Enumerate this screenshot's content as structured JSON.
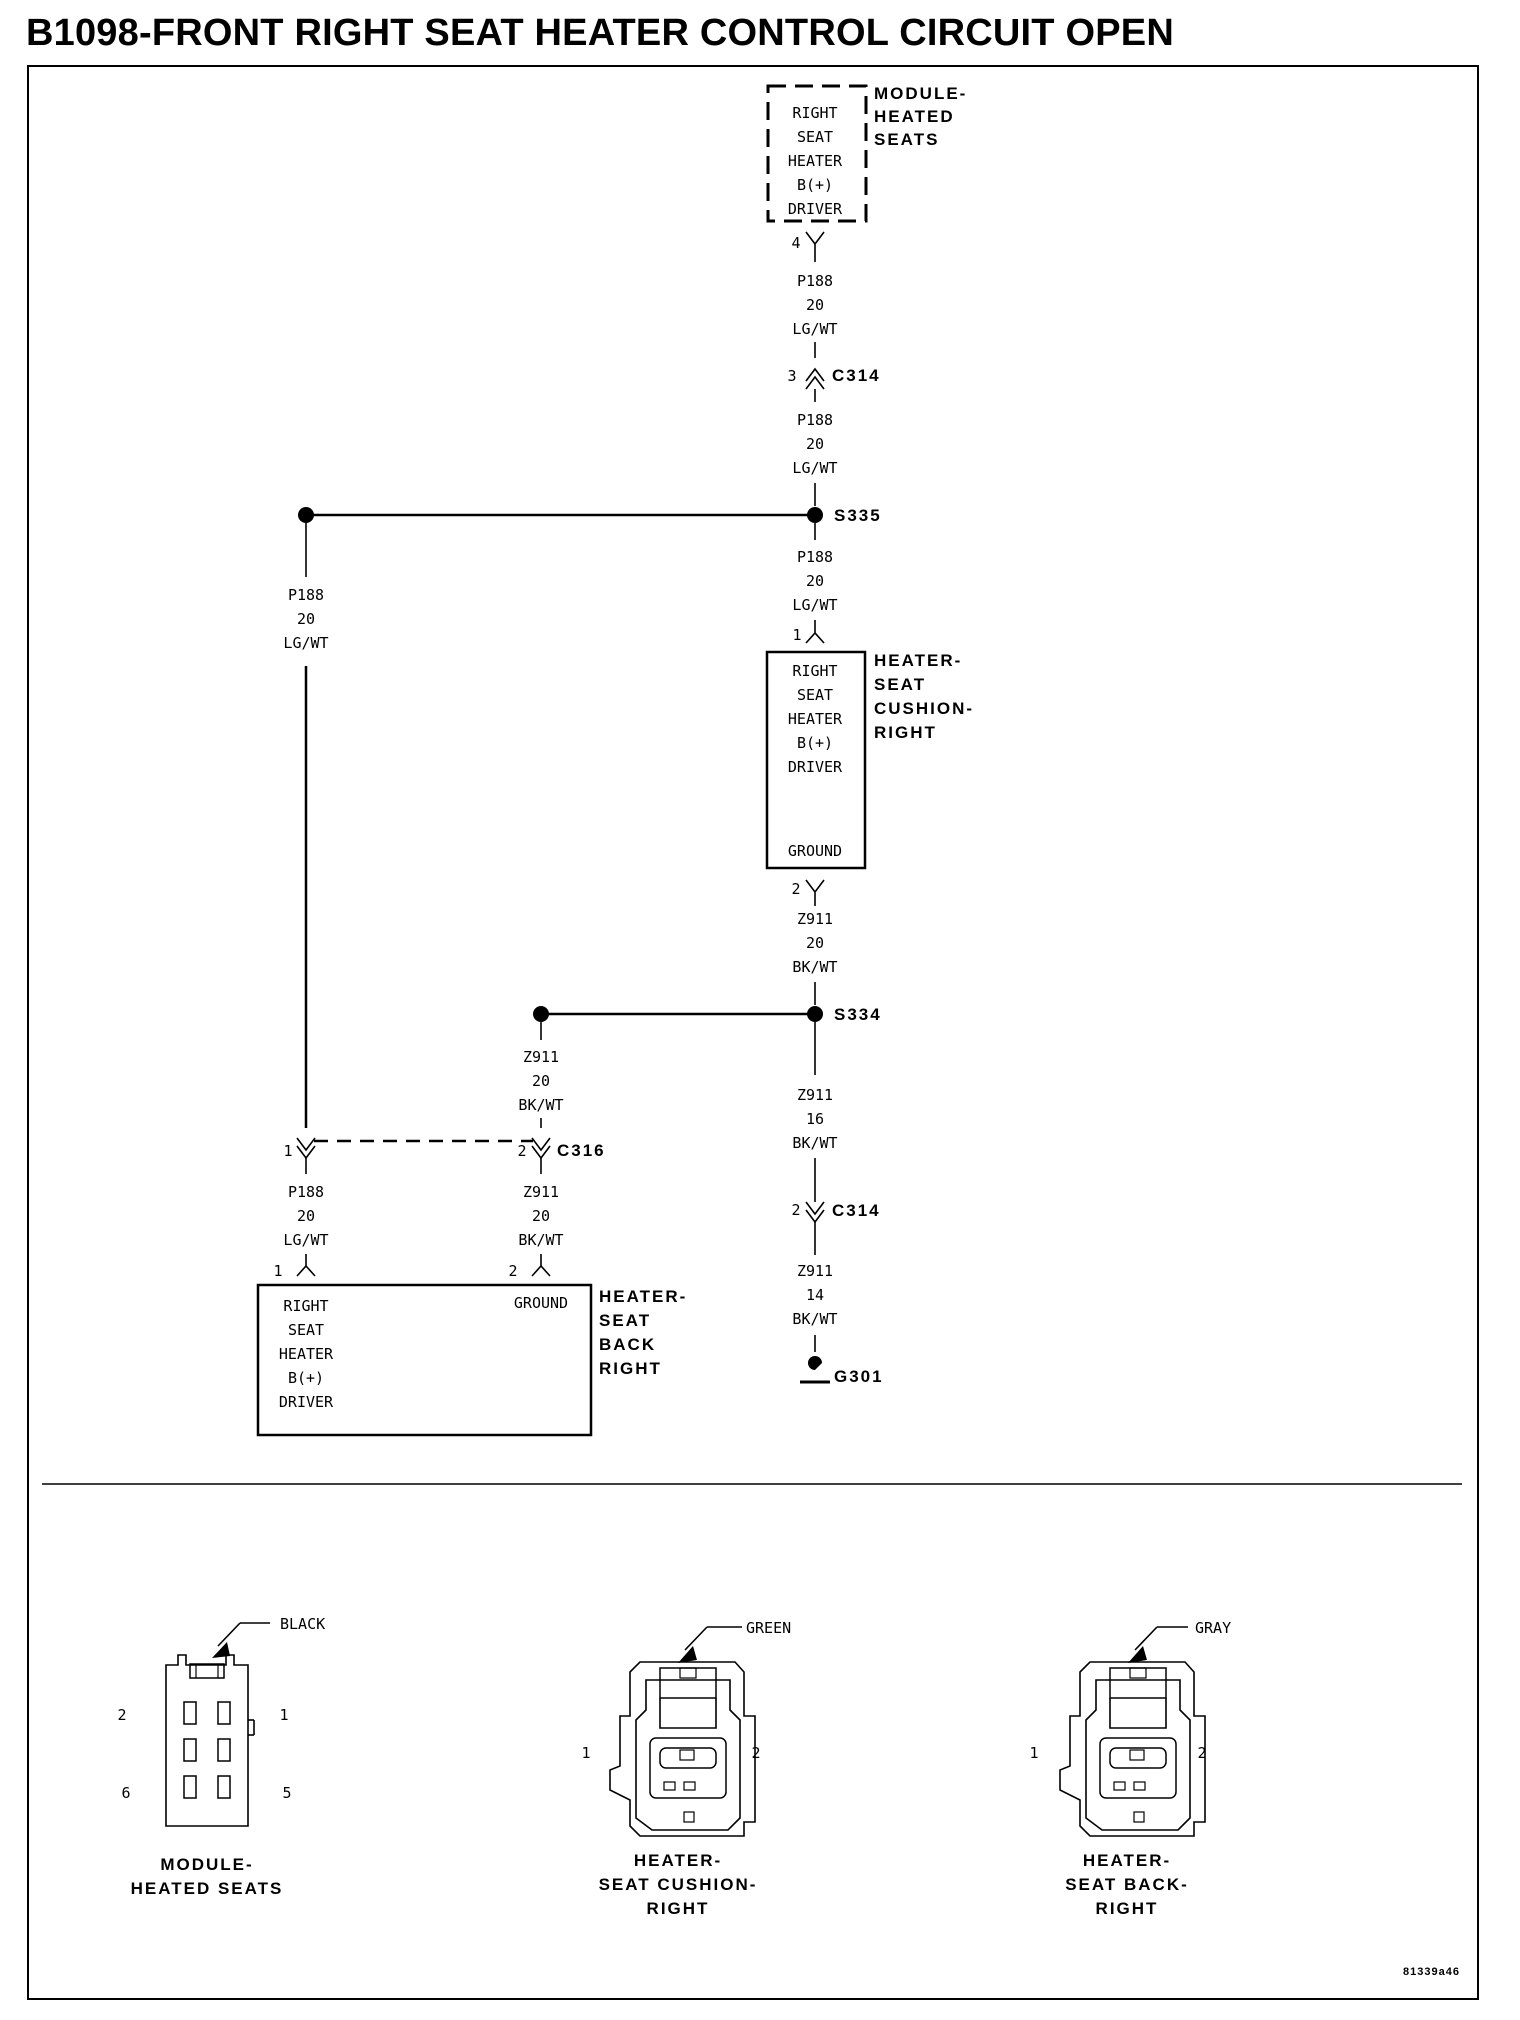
{
  "title": "B1098-FRONT RIGHT SEAT HEATER CONTROL CIRCUIT OPEN",
  "components": {
    "module": {
      "name_lines": [
        "MODULE-",
        "HEATED",
        "SEATS"
      ],
      "func_lines": [
        "RIGHT",
        "SEAT",
        "HEATER",
        "B(+)",
        "DRIVER"
      ],
      "pin": "4"
    },
    "cushion": {
      "name_lines": [
        "HEATER-",
        "SEAT",
        "CUSHION-",
        "RIGHT"
      ],
      "func_lines": [
        "RIGHT",
        "SEAT",
        "HEATER",
        "B(+)",
        "DRIVER"
      ],
      "ground": "GROUND",
      "pin_top": "1",
      "pin_bottom": "2"
    },
    "back": {
      "name_lines": [
        "HEATER-",
        "SEAT",
        "BACK",
        "RIGHT"
      ],
      "func_lines": [
        "RIGHT",
        "SEAT",
        "HEATER",
        "B(+)",
        "DRIVER"
      ],
      "ground": "GROUND",
      "pin_left": "1",
      "pin_right": "2"
    }
  },
  "wires": {
    "p188_20": [
      "P188",
      "20",
      "LG/WT"
    ],
    "z911_20": [
      "Z911",
      "20",
      "BK/WT"
    ],
    "z911_16": [
      "Z911",
      "16",
      "BK/WT"
    ],
    "z911_14": [
      "Z911",
      "14",
      "BK/WT"
    ]
  },
  "connectors": {
    "c314": "C314",
    "c314_pin_upper": "3",
    "c314_pin_lower": "2",
    "c316": "C316",
    "c316_pin_left": "1",
    "c316_pin_right": "2"
  },
  "splices": {
    "s335": "S335",
    "s334": "S334"
  },
  "ground": {
    "g301": "G301"
  },
  "connector_views": [
    {
      "color": "BLACK",
      "name_lines": [
        "MODULE-",
        "HEATED SEATS"
      ],
      "pins": [
        "2",
        "1",
        "6",
        "5"
      ]
    },
    {
      "color": "GREEN",
      "name_lines": [
        "HEATER-",
        "SEAT CUSHION-",
        "RIGHT"
      ],
      "pins": [
        "1",
        "2"
      ]
    },
    {
      "color": "GRAY",
      "name_lines": [
        "HEATER-",
        "SEAT BACK-",
        "RIGHT"
      ],
      "pins": [
        "1",
        "2"
      ]
    }
  ],
  "figure_id": "81339a46"
}
